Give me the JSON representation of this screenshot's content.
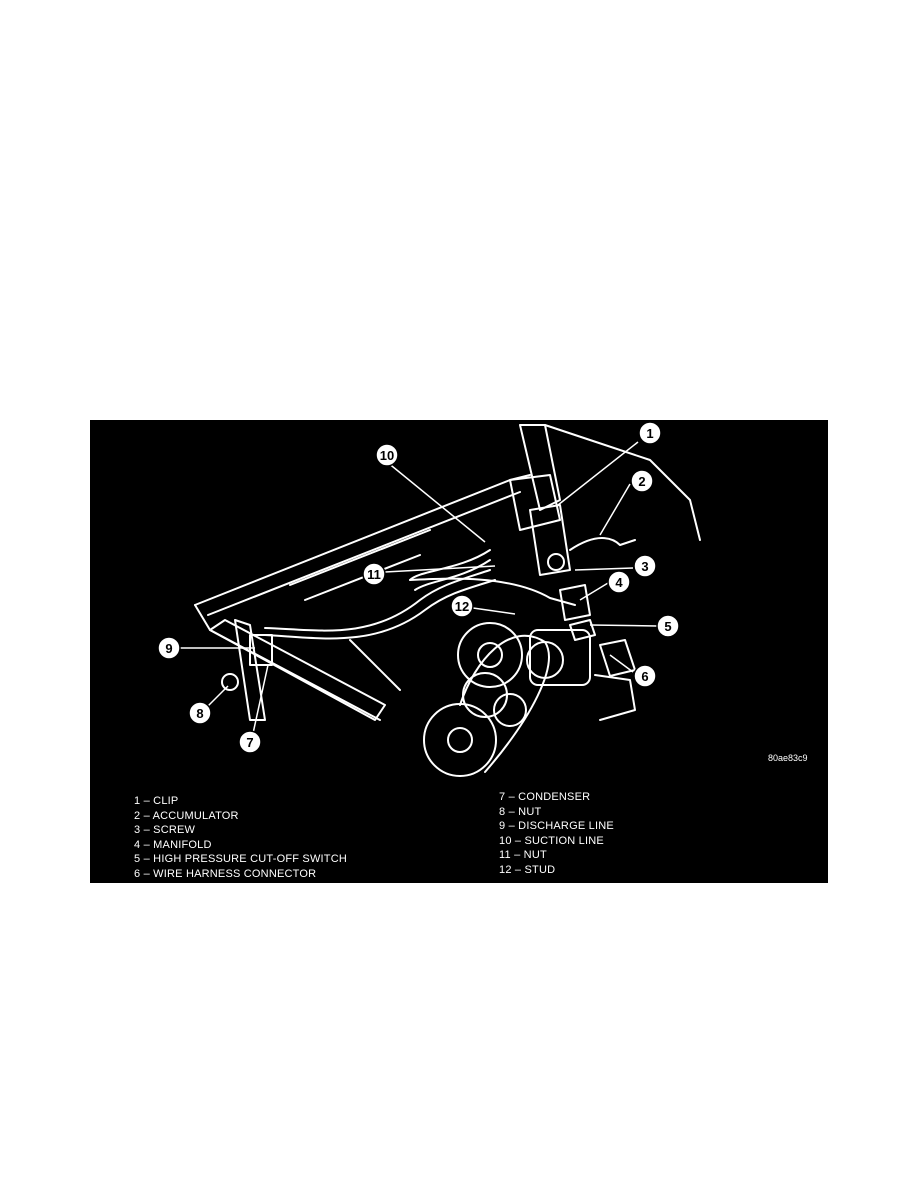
{
  "figure_id": "80ae83c9",
  "callouts": [
    "1",
    "2",
    "3",
    "4",
    "5",
    "6",
    "7",
    "8",
    "9",
    "10",
    "11",
    "12"
  ],
  "legend": [
    {
      "num": "1",
      "label": "CLIP"
    },
    {
      "num": "2",
      "label": "ACCUMULATOR"
    },
    {
      "num": "3",
      "label": "SCREW"
    },
    {
      "num": "4",
      "label": "MANIFOLD"
    },
    {
      "num": "5",
      "label": "HIGH PRESSURE CUT-OFF SWITCH"
    },
    {
      "num": "6",
      "label": "WIRE HARNESS CONNECTOR"
    },
    {
      "num": "7",
      "label": "CONDENSER"
    },
    {
      "num": "8",
      "label": "NUT"
    },
    {
      "num": "9",
      "label": "DISCHARGE LINE"
    },
    {
      "num": "10",
      "label": "SUCTION LINE"
    },
    {
      "num": "11",
      "label": "NUT"
    },
    {
      "num": "12",
      "label": "STUD"
    }
  ],
  "colors": {
    "background": "#000000",
    "linework": "#ffffff",
    "page": "#ffffff"
  }
}
